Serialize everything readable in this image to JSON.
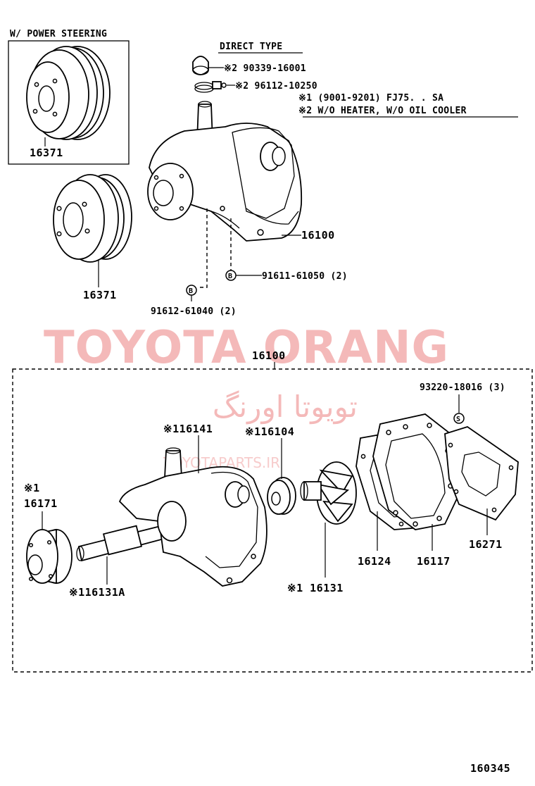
{
  "watermark": {
    "brand": "TOYOTA ORANG",
    "farsi": "تویوتا اورنگ",
    "url": "TOYOTAPARTS.IR"
  },
  "labels": {
    "power_steering": "W/ POWER STEERING",
    "direct_type": "DIRECT TYPE",
    "note1": "※1 (9001-9201) FJ75. . SA",
    "note2": "※2 W/O HEATER, W/O OIL COOLER",
    "cap": "※2 90339-16001",
    "clamp": "※2 96112-10250",
    "pulley_ps": "16371",
    "pulley": "16371",
    "pump_assy_top": "16100",
    "bolt_b1": "91611-61050 (2)",
    "bolt_b2": "91612-61040 (2)",
    "b_mark": "B",
    "pump_assy_box": "16100",
    "washer_s": "93220-18016 (3)",
    "s_mark": "S",
    "body": "※116141",
    "seal": "※116104",
    "hub_note": "※1",
    "hub": "16171",
    "shaft": "※116131A",
    "impeller": "※1 16131",
    "gasket1": "16124",
    "plate": "16117",
    "gasket2": "16271",
    "diagram_no": "160345"
  }
}
